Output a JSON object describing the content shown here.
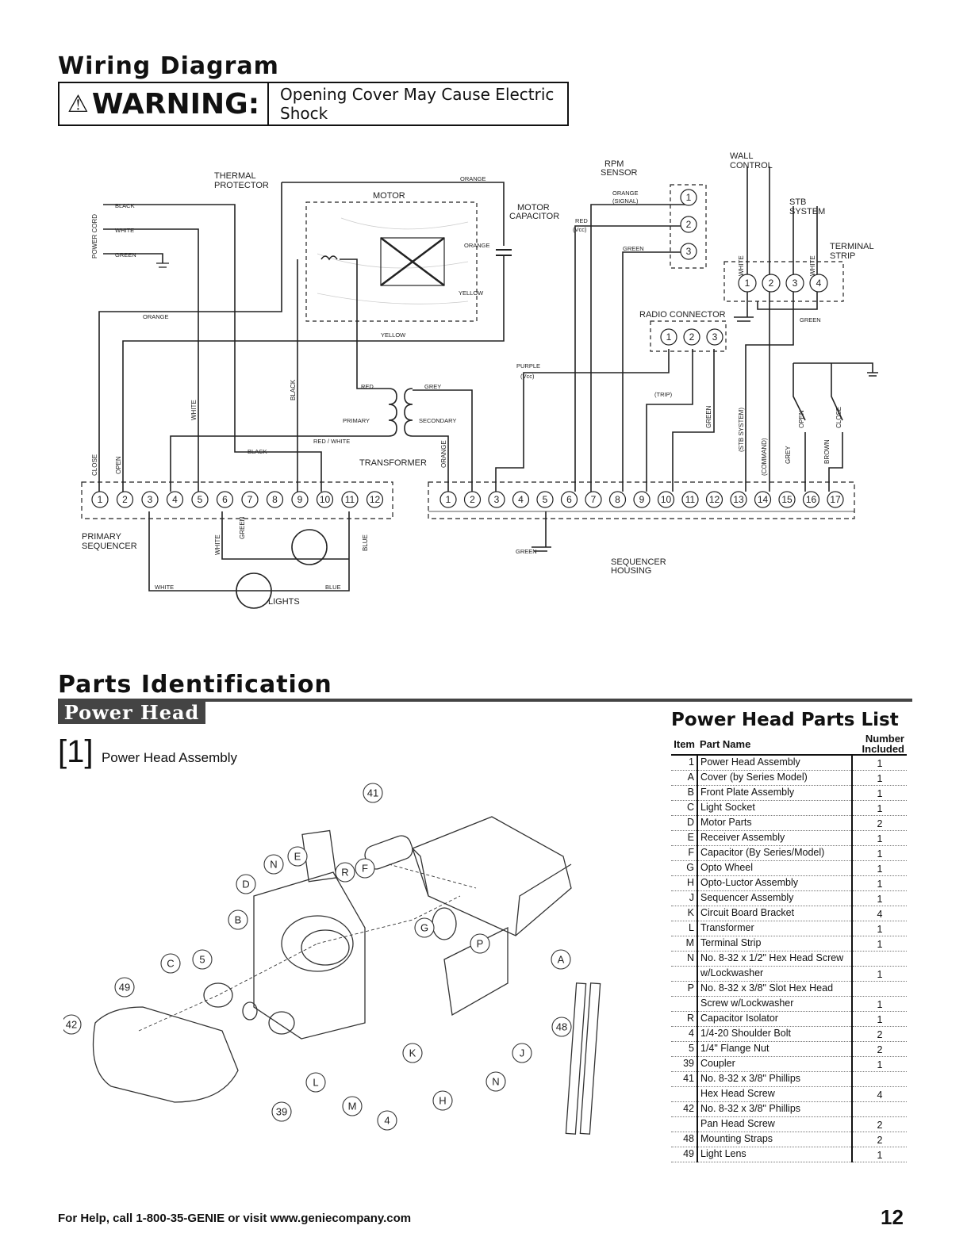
{
  "wiring": {
    "title": "Wiring Diagram",
    "warning_label": "WARNING:",
    "warning_text": "Opening Cover May Cause Electric Shock",
    "labels": {
      "thermal": "THERMAL",
      "protector": "PROTECTOR",
      "motor": "MOTOR",
      "motor_cap1": "MOTOR",
      "motor_cap2": "CAPACITOR",
      "rpm1": "RPM",
      "rpm2": "SENSOR",
      "wall1": "WALL",
      "wall2": "CONTROL",
      "stb1": "STB",
      "stb2": "SYSTEM",
      "terminal1": "TERMINAL",
      "terminal2": "STRIP",
      "power_cord": "POWER CORD",
      "black": "BLACK",
      "white": "WHITE",
      "green": "GREEN",
      "orange": "ORANGE",
      "yellow": "YELLOW",
      "signal": "(SIGNAL)",
      "red": "RED",
      "vcc": "(Vcc)",
      "radio": "RADIO CONNECTOR",
      "purple": "PURPLE",
      "trip": "(TRIP)",
      "grey": "GREY",
      "primary": "PRIMARY",
      "secondary": "SECONDARY",
      "red_white": "RED / WHITE",
      "transformer": "TRANSFORMER",
      "close": "CLOSE",
      "open": "OPEN",
      "stb_sys": "(STB SYSTEM)",
      "command": "(COMMAND)",
      "brown": "BROWN",
      "blue": "BLUE",
      "primary_seq1": "PRIMARY",
      "primary_seq2": "SEQUENCER",
      "seq_housing1": "SEQUENCER",
      "seq_housing2": "HOUSING",
      "lights": "LIGHTS"
    },
    "primary_terminals": [
      "1",
      "2",
      "3",
      "4",
      "5",
      "6",
      "7",
      "8",
      "9",
      "10",
      "11",
      "12"
    ],
    "housing_terminals": [
      "1",
      "2",
      "3",
      "4",
      "5",
      "6",
      "7",
      "8",
      "9",
      "10",
      "11",
      "12",
      "13",
      "14",
      "15",
      "16",
      "17"
    ],
    "rpm_terminals": [
      "1",
      "2",
      "3"
    ],
    "radio_terminals": [
      "1",
      "2",
      "3"
    ],
    "strip_terminals": [
      "1",
      "2",
      "3",
      "4"
    ]
  },
  "parts_id": {
    "title": "Parts Identification",
    "tab": "Power Head",
    "assembly_number": "1",
    "assembly_label": "Power Head Assembly",
    "callouts": [
      "41",
      "E",
      "N",
      "R",
      "F",
      "D",
      "B",
      "G",
      "P",
      "C",
      "5",
      "A",
      "49",
      "48",
      "42",
      "J",
      "K",
      "N",
      "L",
      "M",
      "H",
      "4",
      "39"
    ]
  },
  "parts_list": {
    "title": "Power Head Parts List",
    "col_item": "Item",
    "col_name": "Part Name",
    "col_qty_1": "Number",
    "col_qty_2": "Included",
    "rows": [
      {
        "item": "1",
        "name": "Power Head Assembly",
        "qty": "1"
      },
      {
        "item": "A",
        "name": "Cover (by Series Model)",
        "qty": "1"
      },
      {
        "item": "B",
        "name": "Front Plate Assembly",
        "qty": "1"
      },
      {
        "item": "C",
        "name": "Light Socket",
        "qty": "1"
      },
      {
        "item": "D",
        "name": "Motor Parts",
        "qty": "2"
      },
      {
        "item": "E",
        "name": "Receiver Assembly",
        "qty": "1"
      },
      {
        "item": "F",
        "name": "Capacitor (By Series/Model)",
        "qty": "1"
      },
      {
        "item": "G",
        "name": "Opto Wheel",
        "qty": "1"
      },
      {
        "item": "H",
        "name": "Opto-Luctor Assembly",
        "qty": "1"
      },
      {
        "item": "J",
        "name": "Sequencer Assembly",
        "qty": "1"
      },
      {
        "item": "K",
        "name": "Circuit Board Bracket",
        "qty": "4"
      },
      {
        "item": "L",
        "name": "Transformer",
        "qty": "1"
      },
      {
        "item": "M",
        "name": "Terminal Strip",
        "qty": "1"
      },
      {
        "item": "N",
        "name": "No. 8-32 x 1/2\" Hex Head Screw",
        "qty": ""
      },
      {
        "item": "",
        "name": "w/Lockwasher",
        "qty": "1"
      },
      {
        "item": "P",
        "name": "No. 8-32 x 3/8\" Slot Hex Head",
        "qty": ""
      },
      {
        "item": "",
        "name": "Screw w/Lockwasher",
        "qty": "1"
      },
      {
        "item": "R",
        "name": "Capacitor Isolator",
        "qty": "1"
      },
      {
        "item": "4",
        "name": "1/4-20 Shoulder Bolt",
        "qty": "2"
      },
      {
        "item": "5",
        "name": "1/4\" Flange Nut",
        "qty": "2"
      },
      {
        "item": "39",
        "name": "Coupler",
        "qty": "1"
      },
      {
        "item": "41",
        "name": "No. 8-32 x 3/8\" Phillips",
        "qty": ""
      },
      {
        "item": "",
        "name": "Hex Head Screw",
        "qty": "4"
      },
      {
        "item": "42",
        "name": "No. 8-32 x 3/8\" Phillips",
        "qty": ""
      },
      {
        "item": "",
        "name": "Pan Head Screw",
        "qty": "2"
      },
      {
        "item": "48",
        "name": "Mounting Straps",
        "qty": "2"
      },
      {
        "item": "49",
        "name": "Light Lens",
        "qty": "1"
      }
    ]
  },
  "footer": {
    "help": "For Help, call 1-800-35-GENIE or visit www.geniecompany.com",
    "page": "12"
  }
}
